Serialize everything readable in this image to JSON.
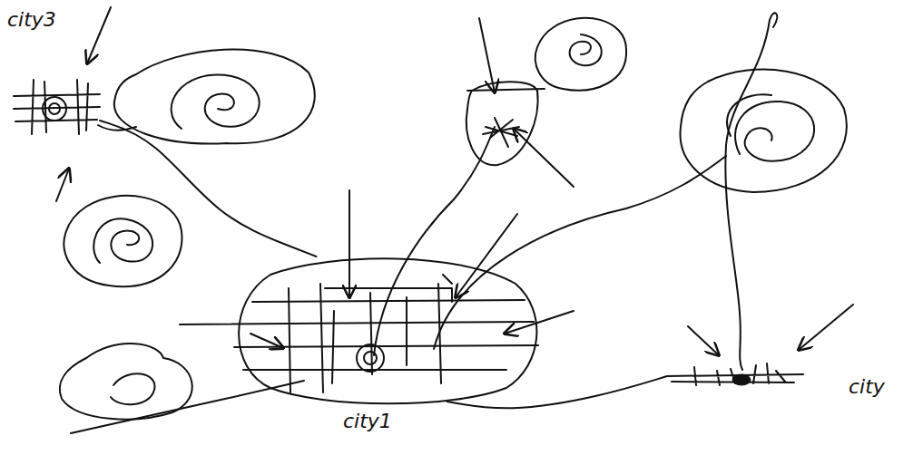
{
  "diagram": {
    "nodes": [
      {
        "text": [
          "city3"
        ]
      },
      {
        "text": [
          "city1"
        ]
      },
      {
        "text": [
          "city"
        ]
      }
    ],
    "edges": [
      {
        "from": 0,
        "to": 1,
        "arrow": "none"
      },
      {
        "from": 1,
        "to": 2,
        "arrow": "none"
      }
    ]
  }
}
